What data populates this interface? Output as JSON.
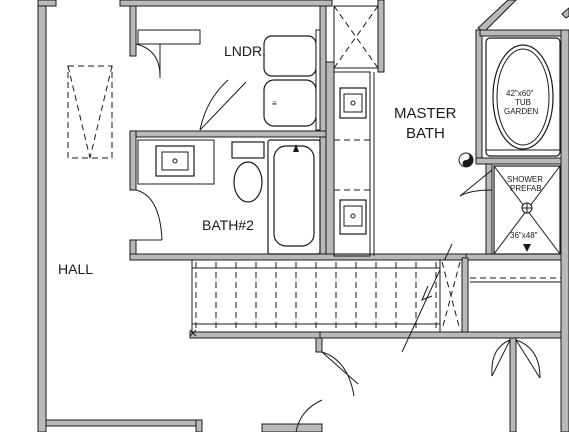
{
  "labels": {
    "hall": "HALL",
    "laundry": "LNDR.",
    "bath2": "BATH#2",
    "master_bath_line1": "MASTER",
    "master_bath_line2": "BATH",
    "tub_line1": "42\"x60\"",
    "tub_line2": "TUB",
    "tub_line3": "GARDEN",
    "shower_line1": "SHOWER",
    "shower_line2": "PREFAB",
    "shower_size": "36\"x48\""
  },
  "colors": {
    "line": "#1a1a1a",
    "wall_fill": "#b9b9b9",
    "background": "#ffffff"
  }
}
